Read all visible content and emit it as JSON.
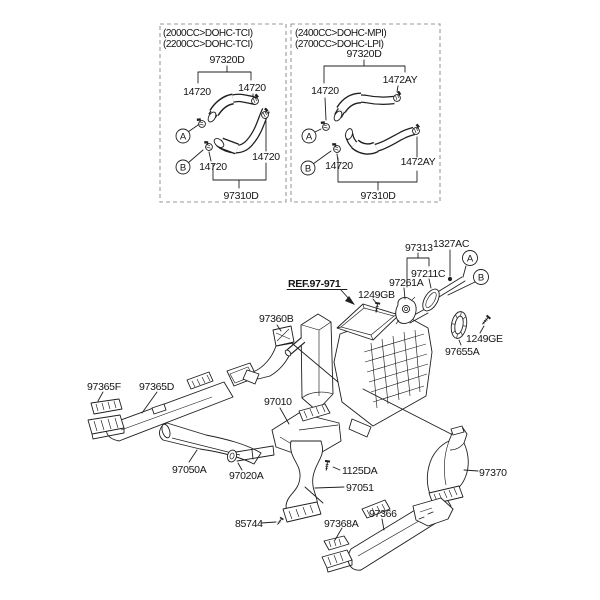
{
  "colors": {
    "line": "#1f1f1f",
    "background": "#ffffff",
    "dashed_border": "#9a9a9a"
  },
  "inset_left": {
    "engine_line1": "(2000CC>DOHC-TCI)",
    "engine_line2": "(2200CC>DOHC-TCI)",
    "upper_hose_part": "97320D",
    "lower_hose_part": "97310D",
    "clamp_top_left": "14720",
    "clamp_top_right": "14720",
    "clamp_bottom_left": "14720",
    "clamp_bottom_right": "14720",
    "callout_a": "A",
    "callout_b": "B"
  },
  "inset_right": {
    "engine_line1": "(2400CC>DOHC-MPI)",
    "engine_line2": "(2700CC>DOHC-LPI)",
    "upper_hose_part": "97320D",
    "lower_hose_part": "97310D",
    "clamp_left": "14720",
    "clamp_top_right": "1472AY",
    "clamp_bottom_left": "14720",
    "clamp_bottom_right": "1472AY",
    "callout_a": "A",
    "callout_b": "B"
  },
  "main": {
    "ref_label": "REF.97-971",
    "callout_a": "A",
    "callout_b": "B",
    "parts": {
      "p97313": "97313",
      "p1327AC": "1327AC",
      "p97211C": "97211C",
      "p97261A": "97261A",
      "p1249GB": "1249GB",
      "p97360B": "97360B",
      "p1249GE": "1249GE",
      "p97655A": "97655A",
      "p97365F": "97365F",
      "p97365D": "97365D",
      "p97010": "97010",
      "p97050A": "97050A",
      "p97020A": "97020A",
      "p1125DA": "1125DA",
      "p97051": "97051",
      "p97370": "97370",
      "p85744": "85744",
      "p97368A": "97368A",
      "p97366": "97366"
    }
  }
}
